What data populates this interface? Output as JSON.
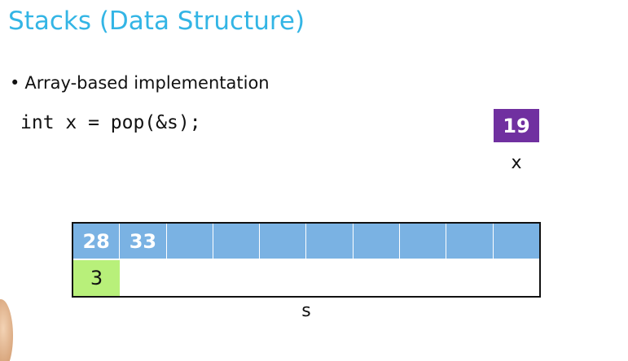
{
  "slide": {
    "title": "Stacks (Data Structure)",
    "bullet": "Array-based implementation",
    "code": "int x = pop(&s);"
  },
  "variable": {
    "value": "19",
    "label": "x",
    "color": "#7030a0"
  },
  "stack": {
    "label": "s",
    "array_cells": [
      "28",
      "33",
      "",
      "",
      "",
      "",
      "",
      "",
      "",
      ""
    ],
    "top_value": "3",
    "array_color": "#7ab2e3",
    "top_color": "#b8f07a"
  },
  "colors": {
    "title": "#33b5e5"
  }
}
